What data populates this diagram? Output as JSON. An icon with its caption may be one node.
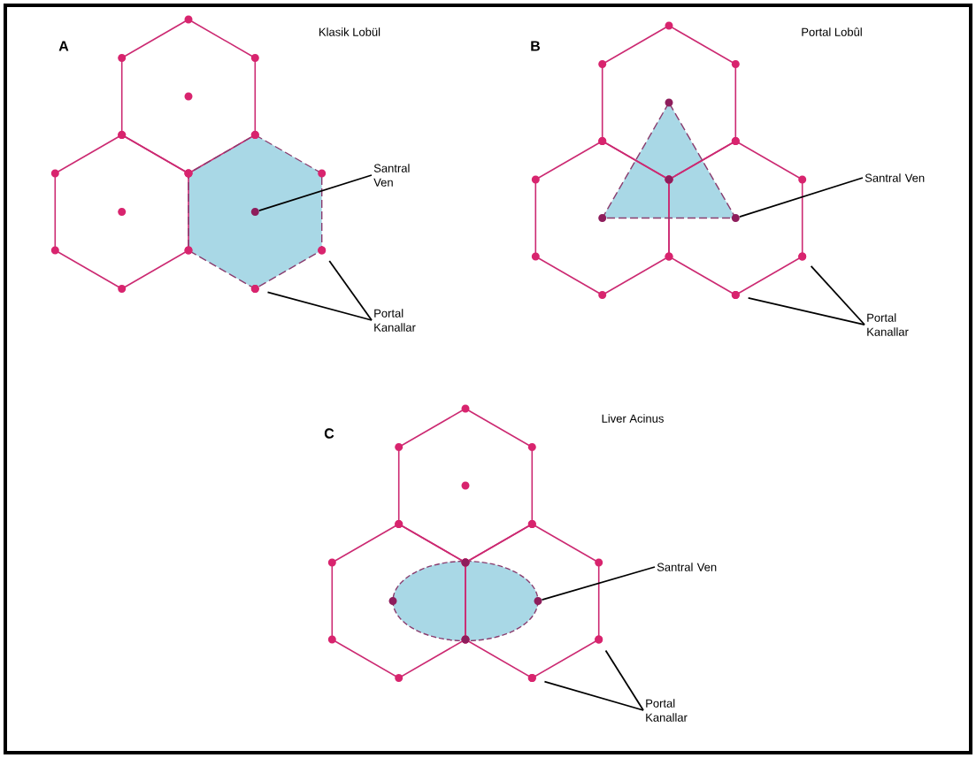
{
  "diagram": {
    "nodes": [
      {
        "text": [
          "Santral Ven"
        ]
      },
      {
        "text": [],
        "shape": "circle"
      },
      {
        "text": [
          "Portal Kanallar"
        ]
      },
      {
        "text": [],
        "shape": "circle"
      },
      {
        "text": [],
        "shape": "circle"
      },
      {
        "text": [
          "Santral Ven"
        ]
      },
      {
        "text": [],
        "shape": "circle"
      },
      {
        "text": [
          "Portal Kanallar"
        ]
      },
      {
        "text": [],
        "shape": "circle"
      },
      {
        "text": [],
        "shape": "circle"
      },
      {
        "text": [
          "Santral Ven"
        ]
      },
      {
        "text": [],
        "shape": "circle"
      },
      {
        "text": [
          "Portal Kanallar"
        ]
      },
      {
        "text": [],
        "shape": "circle"
      },
      {
        "text": [],
        "shape": "circle"
      }
    ],
    "edges": [
      {
        "from": 0,
        "to": 1,
        "arrow": "none"
      },
      {
        "from": 2,
        "to": 3,
        "arrow": "none"
      },
      {
        "from": 2,
        "to": 4,
        "arrow": "none"
      },
      {
        "from": 5,
        "to": 6,
        "arrow": "none"
      },
      {
        "from": 7,
        "to": 8,
        "arrow": "none"
      },
      {
        "from": 7,
        "to": 9,
        "arrow": "none"
      },
      {
        "from": 10,
        "to": 11,
        "arrow": "none"
      },
      {
        "from": 12,
        "to": 13,
        "arrow": "none"
      },
      {
        "from": 12,
        "to": 14,
        "arrow": "none"
      }
    ],
    "labels": [
      "A",
      "Klasik Lobül",
      "B",
      "Portal Lobûl",
      "C",
      "Liver Acinus"
    ]
  }
}
